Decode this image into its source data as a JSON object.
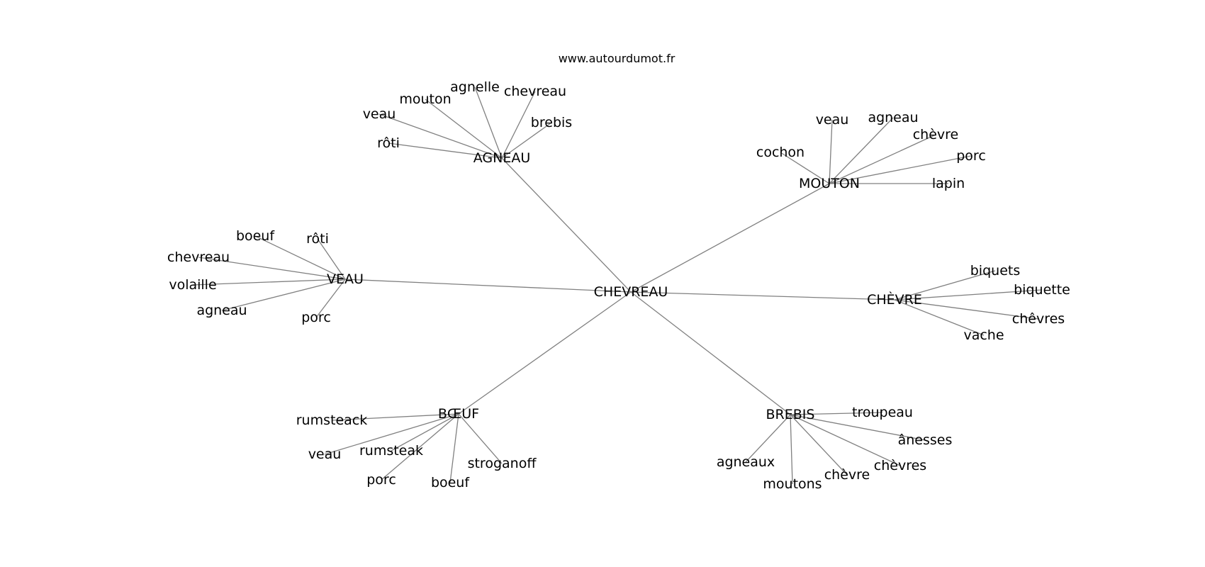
{
  "source": "www.autourdumot.fr",
  "center": {
    "id": "chevreau",
    "label": "CHEVREAU"
  },
  "groups": [
    {
      "id": "agneau",
      "label": "AGNEAU",
      "words": [
        {
          "id": "roti",
          "label": "rôti"
        },
        {
          "id": "veau",
          "label": "veau"
        },
        {
          "id": "mouton",
          "label": "mouton"
        },
        {
          "id": "agnelle",
          "label": "agnelle"
        },
        {
          "id": "chevreau",
          "label": "chevreau"
        },
        {
          "id": "brebis",
          "label": "brebis"
        }
      ]
    },
    {
      "id": "mouton",
      "label": "MOUTON",
      "words": [
        {
          "id": "cochon",
          "label": "cochon"
        },
        {
          "id": "veau",
          "label": "veau"
        },
        {
          "id": "agneau",
          "label": "agneau"
        },
        {
          "id": "chevre",
          "label": "chèvre"
        },
        {
          "id": "porc",
          "label": "porc"
        },
        {
          "id": "lapin",
          "label": "lapin"
        }
      ]
    },
    {
      "id": "veau",
      "label": "VEAU",
      "words": [
        {
          "id": "boeuf",
          "label": "boeuf"
        },
        {
          "id": "roti",
          "label": "rôti"
        },
        {
          "id": "chevreau",
          "label": "chevreau"
        },
        {
          "id": "volaille",
          "label": "volaille"
        },
        {
          "id": "agneau",
          "label": "agneau"
        },
        {
          "id": "porc",
          "label": "porc"
        }
      ]
    },
    {
      "id": "chevre",
      "label": "CHÈVRE",
      "words": [
        {
          "id": "biquets",
          "label": "biquets"
        },
        {
          "id": "biquette",
          "label": "biquette"
        },
        {
          "id": "chevres",
          "label": "chêvres"
        },
        {
          "id": "vache",
          "label": "vache"
        }
      ]
    },
    {
      "id": "boeuf",
      "label": "BŒUF",
      "words": [
        {
          "id": "rumsteack",
          "label": "rumsteack"
        },
        {
          "id": "veau",
          "label": "veau"
        },
        {
          "id": "rumsteak",
          "label": "rumsteak"
        },
        {
          "id": "porc",
          "label": "porc"
        },
        {
          "id": "boeuf",
          "label": "boeuf"
        },
        {
          "id": "stroganoff",
          "label": "stroganoff"
        }
      ]
    },
    {
      "id": "brebis",
      "label": "BREBIS",
      "words": [
        {
          "id": "troupeau",
          "label": "troupeau"
        },
        {
          "id": "anesses",
          "label": "ânesses"
        },
        {
          "id": "chevres",
          "label": "chèvres"
        },
        {
          "id": "chevre",
          "label": "chèvre"
        },
        {
          "id": "moutons",
          "label": "moutons"
        },
        {
          "id": "agneaux",
          "label": "agneaux"
        }
      ]
    }
  ]
}
